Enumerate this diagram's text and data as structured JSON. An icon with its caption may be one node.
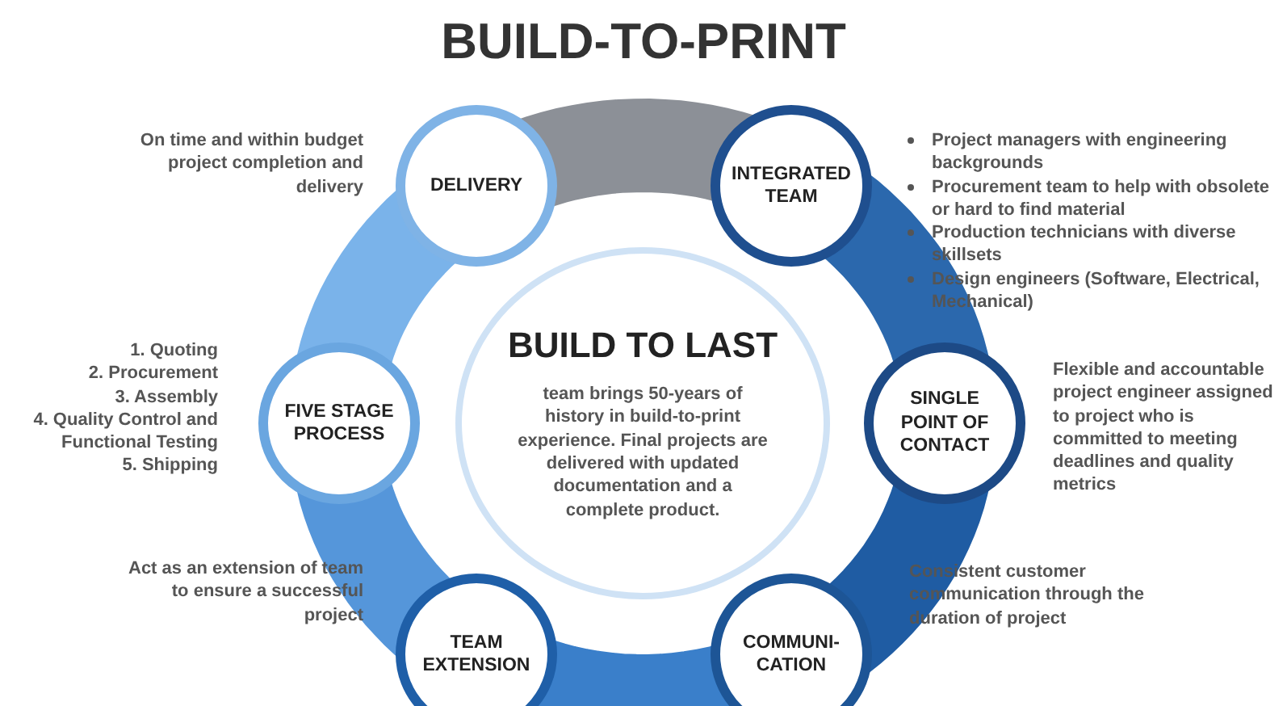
{
  "diagram": {
    "title": "BUILD-TO-PRINT",
    "nodes": [
      {
        "text": [
          "DELIVERY"
        ],
        "beside": [
          "On time and within budget project completion and delivery"
        ]
      },
      {
        "text": [
          "INTEGRATED TEAM"
        ],
        "beside": [
          "Project managers with engineering backgrounds",
          "Procurement team to help with obsolete or hard to find material",
          "Production technicians with diverse skillsets",
          "Design engineers (Software, Electrical, Mechanical)"
        ]
      },
      {
        "text": [
          "FIVE STAGE PROCESS"
        ],
        "beside": [
          "1. Quoting",
          "2. Procurement",
          "3. Assembly",
          "4. Quality Control and Functional Testing",
          "5. Shipping"
        ]
      },
      {
        "text": [
          "BUILD TO LAST",
          "team brings 50-years of history in build-to-print experience. Final projects are delivered with updated documentation and a complete product."
        ]
      },
      {
        "text": [
          "SINGLE POINT OF CONTACT"
        ],
        "beside": [
          "Flexible and accountable project engineer assigned to project who is committed to meeting deadlines and quality metrics"
        ]
      },
      {
        "text": [
          "TEAM EXTENSION"
        ],
        "beside": [
          "Act as an extension of team to ensure a successful project"
        ]
      },
      {
        "text": [
          "COMMUNI-CATION"
        ],
        "beside": [
          "Consistent customer communication through the duration of project"
        ]
      }
    ],
    "edges": []
  }
}
